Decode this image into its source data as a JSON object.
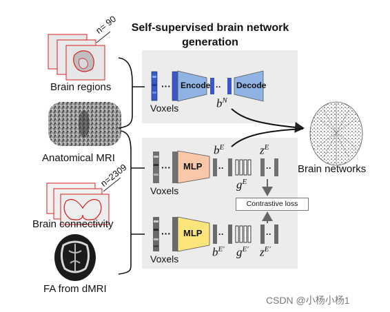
{
  "title": "Self-supervised brain network generation",
  "inputs": {
    "brain_regions": "Brain regions",
    "n_regions": "n= 90",
    "anatomical_mri": "Anatomical MRI",
    "n_connectivity": "n=2309",
    "brain_connectivity": "Brain connectivity",
    "fa": "FA from dMRI"
  },
  "top": {
    "voxels": "Voxels",
    "encode": "Encode",
    "decode": "Decode",
    "bn_base": "b",
    "bn_sup": "N"
  },
  "middle": {
    "voxels": "Voxels",
    "mlp": "MLP",
    "be_base": "b",
    "be_sup": "E",
    "ge_base": "g",
    "ge_sup": "E",
    "ze_base": "z",
    "ze_sup": "E"
  },
  "bottom": {
    "voxels": "Voxels",
    "mlp": "MLP",
    "be_base": "b",
    "be_sup": "E′",
    "ge_base": "g",
    "ge_sup": "E′",
    "ze_base": "z",
    "ze_sup": "E′"
  },
  "contrastive_loss": "Contrastive loss",
  "output": "Brain networks",
  "watermark": "CSDN @小杨小杨1",
  "colors": {
    "panel": "#ececec",
    "encoder": "#8fb4e3",
    "mlp_middle": "#f8c8a8",
    "mlp_bottom": "#fde57a",
    "voxel_blue": "#3a58c8",
    "voxel_gray": "#707070",
    "roi_outline": "#d42020"
  },
  "icons": [
    "brain-region-stack",
    "anatomical-mri-image",
    "connectivity-stack",
    "fa-image",
    "brain-network-image"
  ]
}
